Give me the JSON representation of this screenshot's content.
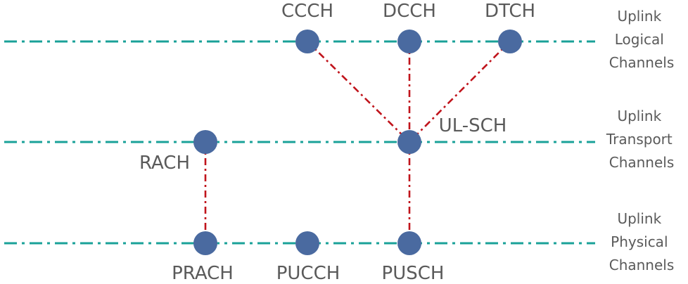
{
  "layers": {
    "logical": {
      "lines": [
        "Uplink",
        "Logical",
        "Channels"
      ]
    },
    "transport": {
      "lines": [
        "Uplink",
        "Transport",
        "Channels"
      ]
    },
    "physical": {
      "lines": [
        "Uplink",
        "Physical",
        "Channels"
      ]
    }
  },
  "channels": {
    "ccch": "CCCH",
    "dcch": "DCCH",
    "dtch": "DTCH",
    "rach": "RACH",
    "ulsch": "UL-SCH",
    "prach": "PRACH",
    "pucch": "PUCCH",
    "pusch": "PUSCH"
  },
  "colors": {
    "layer_line": "#1aa198",
    "mapping_line": "#c0141c",
    "node": "#4a6aa0",
    "text": "#5a5a5a"
  }
}
